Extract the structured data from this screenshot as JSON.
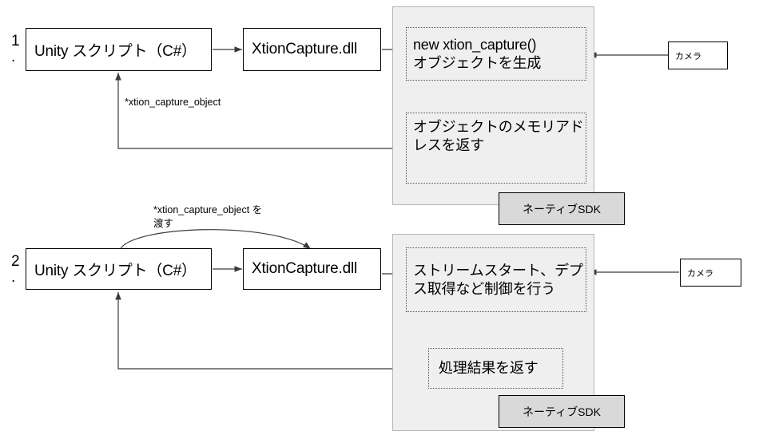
{
  "diagram": {
    "title": "XtionCapture native SDK call flow",
    "colors": {
      "panel_fill": "#efefef",
      "panel_border": "#b5b5b5",
      "sdk_fill": "#d9d9d9",
      "line": "#3b3b3b",
      "box_border": "#000000",
      "text": "#000000"
    },
    "steps": [
      {
        "number": "1",
        "dot": "."
      },
      {
        "number": "2",
        "dot": "."
      }
    ],
    "section1": {
      "unity_box": "Unity スクリプト（C#）",
      "dll_box": "XtionCapture.dll",
      "sdk_step_a": "new  xtion_capture()\nオブジェクトを生成",
      "sdk_step_b": "オブジェクトのメモリアド\nレスを返す",
      "camera_box": "カメラ",
      "sdk_label": "ネーティブSDK",
      "return_label": "*xtion_capture_object"
    },
    "section2": {
      "unity_box": "Unity スクリプト（C#）",
      "dll_box": "XtionCapture.dll",
      "sdk_step_a": "ストリームスタート、デプ\nス取得など制御を行う",
      "sdk_step_b": "処理結果を返す",
      "camera_box": "カメラ",
      "sdk_label": "ネーティブSDK",
      "pass_label": "*xtion_capture_object を\n渡す"
    }
  }
}
